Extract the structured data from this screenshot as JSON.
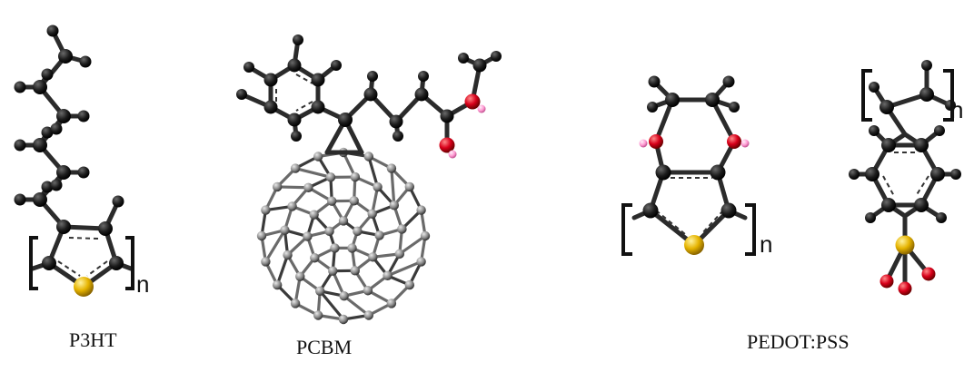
{
  "molecules": [
    {
      "id": "p3ht",
      "caption": "P3HT",
      "subscript": "n"
    },
    {
      "id": "pcbm",
      "caption": "PCBM"
    },
    {
      "id": "pedot_pss",
      "caption": "PEDOT:PSS",
      "subscripts": [
        "n",
        "n"
      ]
    }
  ],
  "colors": {
    "carbon": "#1c1c1c",
    "sulfur": "#e6b400",
    "oxygen": "#d8001a",
    "hydrogen": "#ff9ad2",
    "fullerene": "#8a8a8a"
  }
}
